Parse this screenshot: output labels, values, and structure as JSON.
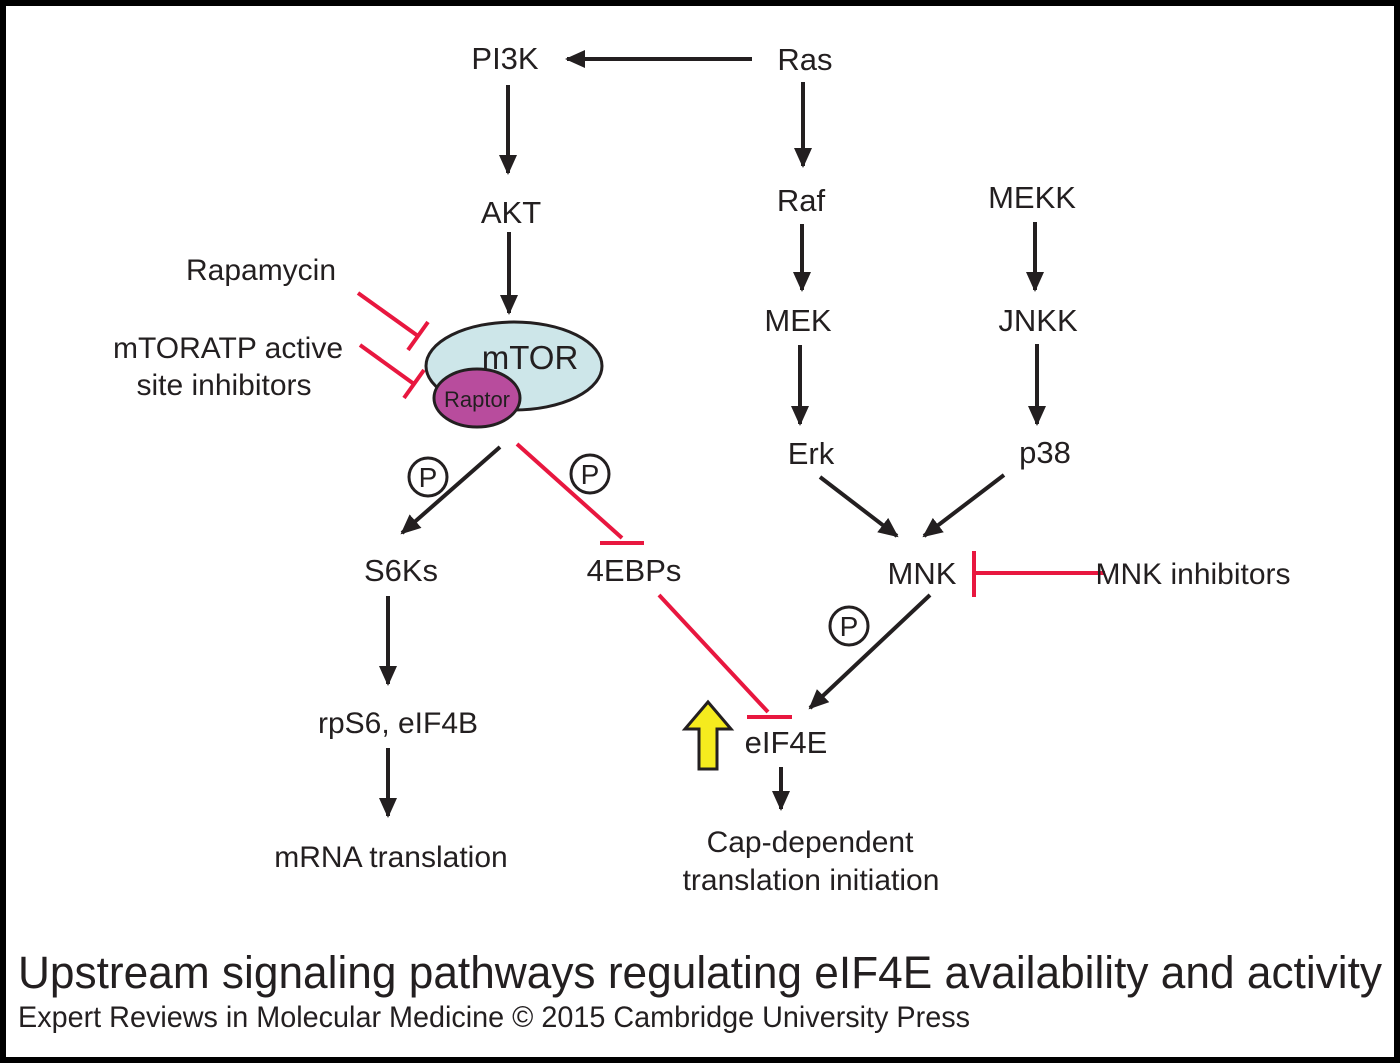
{
  "figure": {
    "title": "Upstream signaling pathways regulating eIF4E availability and activity",
    "credit": "Expert Reviews in Molecular Medicine © 2015 Cambridge University Press"
  },
  "colors": {
    "ink": "#231f20",
    "inhibit_red": "#e8173f",
    "mtor_fill": "#cde6e9",
    "raptor_fill": "#b84c9d",
    "highlight_yellow": "#f5eb1e",
    "background": "#ffffff"
  },
  "nodes": {
    "pi3k": "PI3K",
    "ras": "Ras",
    "akt": "AKT",
    "raf": "Raf",
    "mekk": "MEKK",
    "mek": "MEK",
    "jnkk": "JNKK",
    "erk": "Erk",
    "p38": "p38",
    "mtor": "mTOR",
    "raptor": "Raptor",
    "s6ks": "S6Ks",
    "ebps4": "4EBPs",
    "mnk": "MNK",
    "rps6_eif4b": "rpS6, eIF4B",
    "eif4e": "eIF4E",
    "mrna_translation": "mRNA translation",
    "cap_dependent_line1": "Cap-dependent",
    "cap_dependent_line2": "translation initiation"
  },
  "inhibitors": {
    "rapamycin": "Rapamycin",
    "mtor_atp_line1": "mTORATP active",
    "mtor_atp_line2": "site inhibitors",
    "mnk_inhibitors": "MNK inhibitors"
  },
  "phospho": "P"
}
